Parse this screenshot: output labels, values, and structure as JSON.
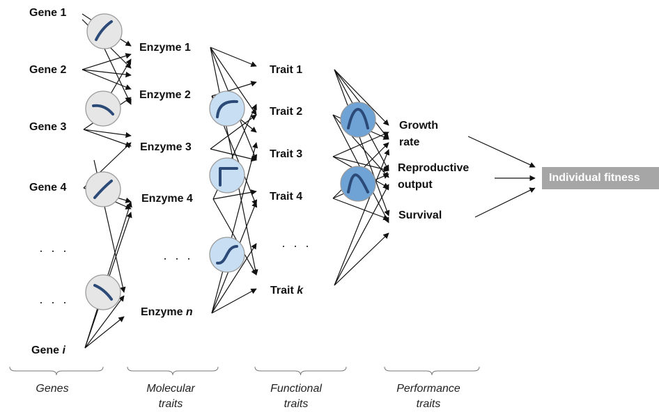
{
  "genes": [
    "Gene 1",
    "Gene 2",
    "Gene 3",
    "Gene 4"
  ],
  "gene_last": {
    "prefix": "Gene ",
    "var": "i"
  },
  "enzymes": [
    "Enzyme 1",
    "Enzyme 2",
    "Enzyme 3",
    "Enzyme 4"
  ],
  "enzyme_last": {
    "prefix": "Enzyme ",
    "var": "n"
  },
  "traits": [
    "Trait 1",
    "Trait 2",
    "Trait 3",
    "Trait 4"
  ],
  "trait_last": {
    "prefix": "Trait ",
    "var": "k"
  },
  "ellipsis": "· · ·",
  "performance": {
    "growth": [
      "Growth",
      "rate"
    ],
    "reproductive": [
      "Reproductive",
      "output"
    ],
    "survival": "Survival"
  },
  "fitness": "Individual fitness",
  "categories": {
    "genes": "Genes",
    "molecular": [
      "Molecular",
      "traits"
    ],
    "functional": [
      "Functional",
      "traits"
    ],
    "performance": [
      "Performance",
      "traits"
    ]
  },
  "colors": {
    "arrow": "#111111",
    "gray_node_fill": "#e6e6e6",
    "light_blue_node_fill": "#c8def2",
    "blue_node_fill": "#6fa3d6",
    "curve": "#2c4a78",
    "fitness_box": "#a6a6a6"
  }
}
